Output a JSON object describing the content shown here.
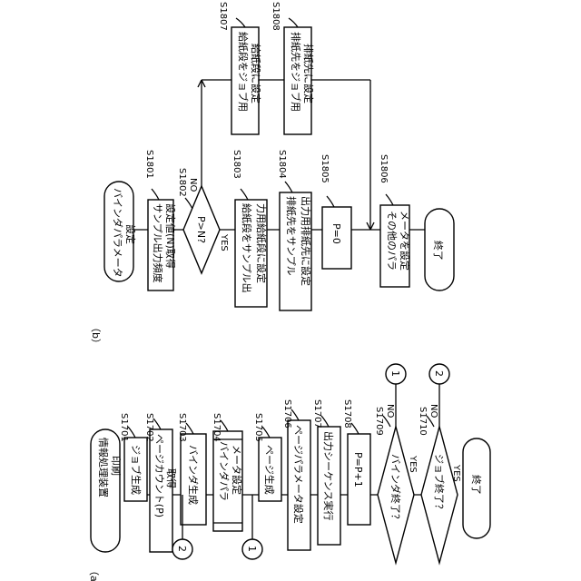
{
  "diagram_a": {
    "label": "（a）",
    "nodes": {
      "start": "情報処理装置\n印刷",
      "s1701": "ジョブ生成",
      "s1702": "ページカウント(P)\n取得",
      "s1703": "バインダ生成",
      "s1704": "バインダパラ\nメータ設定",
      "s1705": "ページ生成",
      "s1706": "ページパラメータ設定",
      "s1707": "出力シーケンス実行",
      "s1708": "P=P+1",
      "s1709": "バインダ終了？",
      "s1710": "ジョブ終了？",
      "end": "終了"
    },
    "step_labels": [
      "S1701",
      "S1702",
      "S1703",
      "S1704",
      "S1705",
      "S1706",
      "S1707",
      "S1708",
      "S1709",
      "S1710"
    ],
    "yes": "YES",
    "no": "NO",
    "connectors": [
      "1",
      "2"
    ]
  },
  "diagram_b": {
    "label": "（b）",
    "nodes": {
      "start": "バインダパラメータ\n設定",
      "s1801": "サンプル出力頻度\n設定値(N)取得",
      "s1802": "P>N?",
      "s1803": "給紙段をサンプル出\n力用給紙段に設定",
      "s1804": "排紙先をサンプル\n出力用排紙先に設定",
      "s1805": "P=0",
      "s1806": "その他のパラ\nメータを設定",
      "s1807": "給紙段をジョブ用\n給紙段に設定",
      "s1808": "排紙先をジョブ用\n排紙先に設定",
      "end": "終了"
    },
    "step_labels": [
      "S1801",
      "S1802",
      "S1803",
      "S1804",
      "S1805",
      "S1806",
      "S1807",
      "S1808"
    ],
    "yes": "YES",
    "no": "NO"
  }
}
